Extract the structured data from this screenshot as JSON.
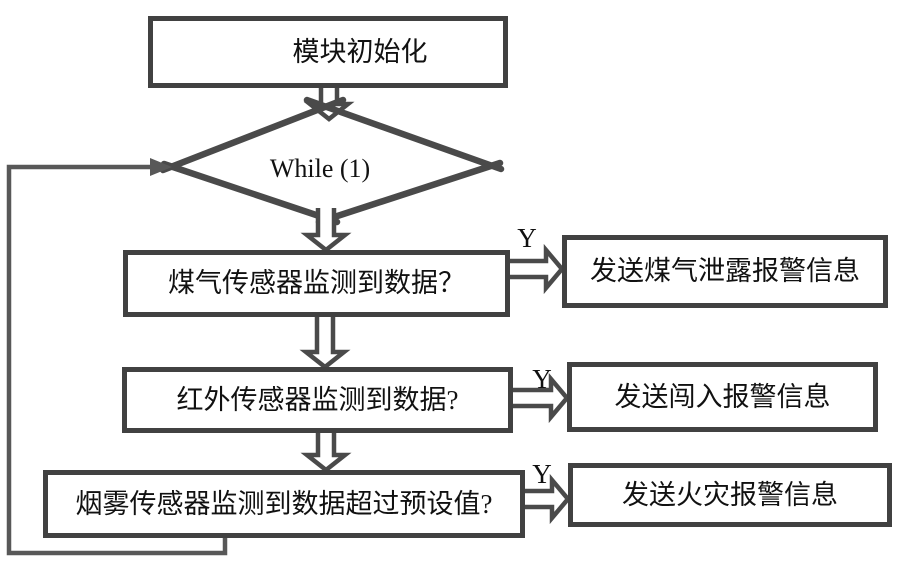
{
  "flowchart": {
    "start": {
      "label": "模块初始化"
    },
    "loop": {
      "label": "While (1)"
    },
    "branches": [
      {
        "condition": "煤气传感器监测到数据？",
        "branch_label": "Y",
        "action": "发送煤气泄露报警信息"
      },
      {
        "condition": "红外传感器监测到数据?",
        "branch_label": "Y",
        "action": "发送闯入报警信息"
      },
      {
        "condition": "烟雾传感器监测到数据超过预设值?",
        "branch_label": "Y",
        "action": "发送火灾报警信息"
      }
    ],
    "colors": {
      "box_border": "#414141",
      "connector": "#4a4a4a",
      "loop_line": "#585858",
      "background": "#ffffff",
      "text": "#111111"
    }
  }
}
